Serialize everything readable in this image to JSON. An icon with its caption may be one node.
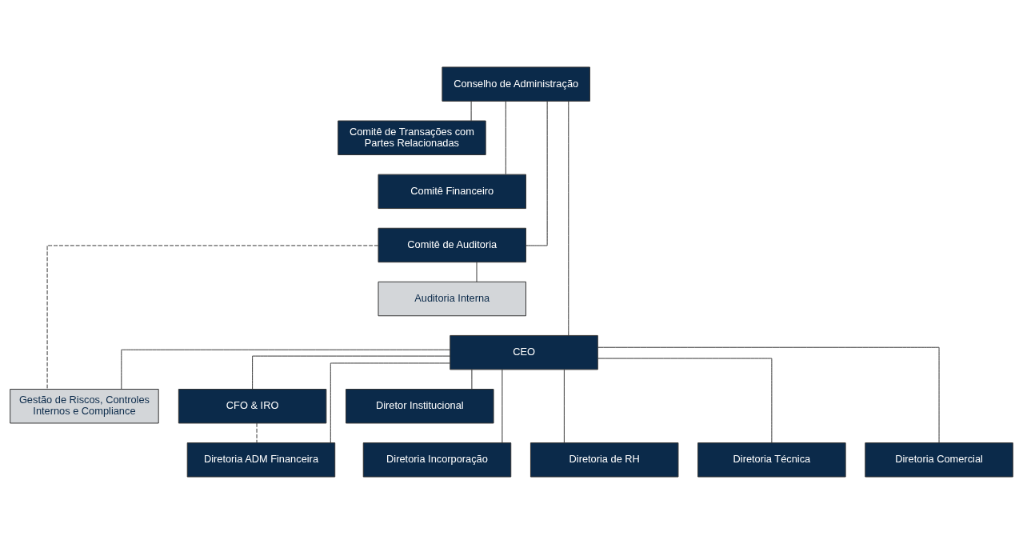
{
  "diagram": {
    "nodes": [
      {
        "text": [
          "Conselho de Administração"
        ]
      },
      {
        "text": [
          "Comitê de Transações com Partes Relacionadas"
        ]
      },
      {
        "text": [
          "Comitê Financeiro"
        ]
      },
      {
        "text": [
          "Comitê de Auditoria"
        ]
      },
      {
        "text": [
          "Auditoria Interna"
        ]
      },
      {
        "text": [
          "CEO"
        ]
      },
      {
        "text": [
          "Gestão de Riscos, Controles Internos e Compliance"
        ]
      },
      {
        "text": [
          "CFO & IRO"
        ]
      },
      {
        "text": [
          "Diretor Institucional"
        ]
      },
      {
        "text": [
          "Diretoria ADM Financeira"
        ]
      },
      {
        "text": [
          "Diretoria Incorporação"
        ]
      },
      {
        "text": [
          "Diretoria de RH"
        ]
      },
      {
        "text": [
          "Diretoria Técnica"
        ]
      },
      {
        "text": [
          "Diretoria Comercial"
        ]
      }
    ],
    "edges": [
      {
        "from": 0,
        "to": 1,
        "arrow": "none"
      },
      {
        "from": 0,
        "to": 2,
        "arrow": "none"
      },
      {
        "from": 0,
        "to": 3,
        "arrow": "none"
      },
      {
        "from": 3,
        "to": 4,
        "arrow": "none"
      },
      {
        "from": 3,
        "to": 6,
        "arrow": "none",
        "style": "dashed"
      },
      {
        "from": 0,
        "to": 5,
        "arrow": "none"
      },
      {
        "from": 5,
        "to": 6,
        "arrow": "none"
      },
      {
        "from": 5,
        "to": 7,
        "arrow": "none"
      },
      {
        "from": 5,
        "to": 8,
        "arrow": "none"
      },
      {
        "from": 5,
        "to": 9,
        "arrow": "none"
      },
      {
        "from": 5,
        "to": 10,
        "arrow": "none"
      },
      {
        "from": 5,
        "to": 11,
        "arrow": "none"
      },
      {
        "from": 5,
        "to": 12,
        "arrow": "none"
      },
      {
        "from": 5,
        "to": 13,
        "arrow": "none"
      },
      {
        "from": 7,
        "to": 9,
        "arrow": "none",
        "style": "dashed"
      }
    ]
  }
}
